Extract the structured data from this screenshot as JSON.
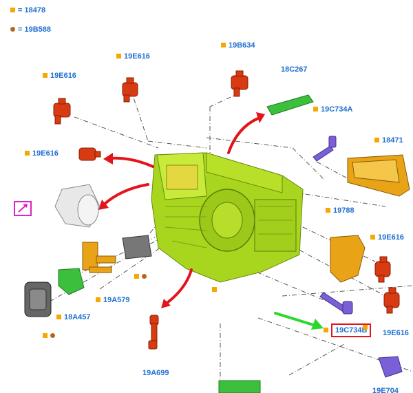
{
  "legend": {
    "square_code": "18478",
    "dot_code": "19B588",
    "equals": "="
  },
  "parts": [
    {
      "id": "p1",
      "code": "19E616"
    },
    {
      "id": "p2",
      "code": "19B634"
    },
    {
      "id": "p3",
      "code": "19E616"
    },
    {
      "id": "p4",
      "code": "18C267"
    },
    {
      "id": "p5",
      "code": "19C734A"
    },
    {
      "id": "p6",
      "code": "19E616"
    },
    {
      "id": "p7",
      "code": "18471"
    },
    {
      "id": "p8",
      "code": "19788"
    },
    {
      "id": "p9",
      "code": "19E616"
    },
    {
      "id": "p10",
      "code": "19C734B",
      "highlighted": true
    },
    {
      "id": "p11",
      "code": "19E616"
    },
    {
      "id": "p12",
      "code": "19A579"
    },
    {
      "id": "p13",
      "code": "18A457"
    },
    {
      "id": "p14",
      "code": "19A699"
    },
    {
      "id": "p15",
      "code": "19E704"
    }
  ],
  "colors": {
    "label_text": "#1f6fd0",
    "marker_square": "#f5a800",
    "marker_dot": "#b8661a",
    "arrow_red": "#e3141b",
    "arrow_green": "#2bd82b",
    "highlight_box": "#e3141b",
    "main_housing": "#a8d61e",
    "actuator": "#d83a12",
    "bracket_orange": "#e8a317",
    "green_part": "#3cbf3c",
    "purple_part": "#7b5fd6",
    "gray_part": "#7a7a7a",
    "magenta_icon": "#e020c8"
  },
  "icons": [
    "magnify-detail-icon"
  ]
}
